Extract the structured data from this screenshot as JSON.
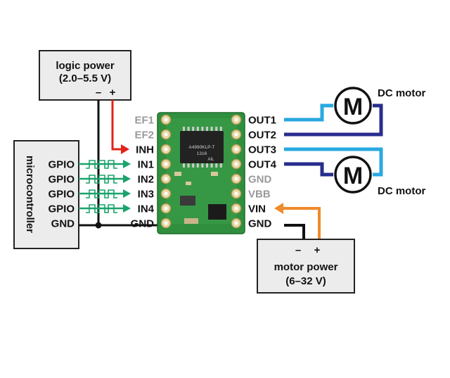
{
  "logic_power": {
    "title": "logic power",
    "range": "(2.0–5.5 V)",
    "minus": "–",
    "plus": "+"
  },
  "microcontroller": {
    "title": "microcontroller",
    "pins": [
      "GPIO",
      "GPIO",
      "GPIO",
      "GPIO",
      "GND"
    ]
  },
  "driver_left_pins": [
    {
      "label": "EF1",
      "color": "#9a9a9a"
    },
    {
      "label": "EF2",
      "color": "#9a9a9a"
    },
    {
      "label": "INH",
      "color": "#111111"
    },
    {
      "label": "IN1",
      "color": "#111111"
    },
    {
      "label": "IN2",
      "color": "#111111"
    },
    {
      "label": "IN3",
      "color": "#111111"
    },
    {
      "label": "IN4",
      "color": "#111111"
    },
    {
      "label": "GND",
      "color": "#111111"
    }
  ],
  "driver_right_pins": [
    {
      "label": "OUT1",
      "color": "#111111"
    },
    {
      "label": "OUT2",
      "color": "#111111"
    },
    {
      "label": "OUT3",
      "color": "#111111"
    },
    {
      "label": "OUT4",
      "color": "#111111"
    },
    {
      "label": "GND",
      "color": "#9a9a9a"
    },
    {
      "label": "VBB",
      "color": "#9a9a9a"
    },
    {
      "label": "VIN",
      "color": "#111111"
    },
    {
      "label": "GND",
      "color": "#111111"
    }
  ],
  "chip": {
    "line1": "A4990KLP-T",
    "line2": "1316",
    "line3": "AIL"
  },
  "motors": [
    {
      "symbol": "M",
      "label": "DC motor"
    },
    {
      "symbol": "M",
      "label": "DC motor"
    }
  ],
  "motor_power": {
    "title": "motor power",
    "range": "(6–32 V)",
    "minus": "–",
    "plus": "+"
  },
  "colors": {
    "signal": "#1aa36b",
    "logic_plus": "#e1231b",
    "vin": "#f08a2b",
    "out_light": "#29a8e0",
    "out_dark": "#272d8c",
    "ground": "#111111",
    "board": "#2f8f3e",
    "box_fill": "#ececec"
  }
}
